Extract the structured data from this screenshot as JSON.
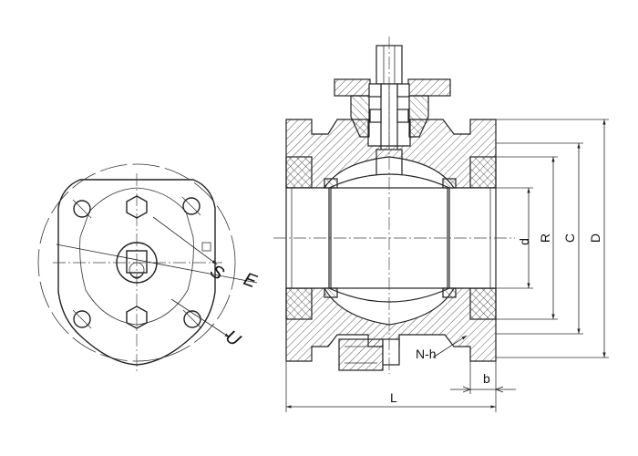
{
  "labels": {
    "top_view": {
      "S": "S",
      "E": "E",
      "U": "U"
    },
    "section_view": {
      "d": "d",
      "R": "R",
      "C": "C",
      "D": "D",
      "Nh": "N-h",
      "b": "b",
      "L": "L"
    }
  }
}
